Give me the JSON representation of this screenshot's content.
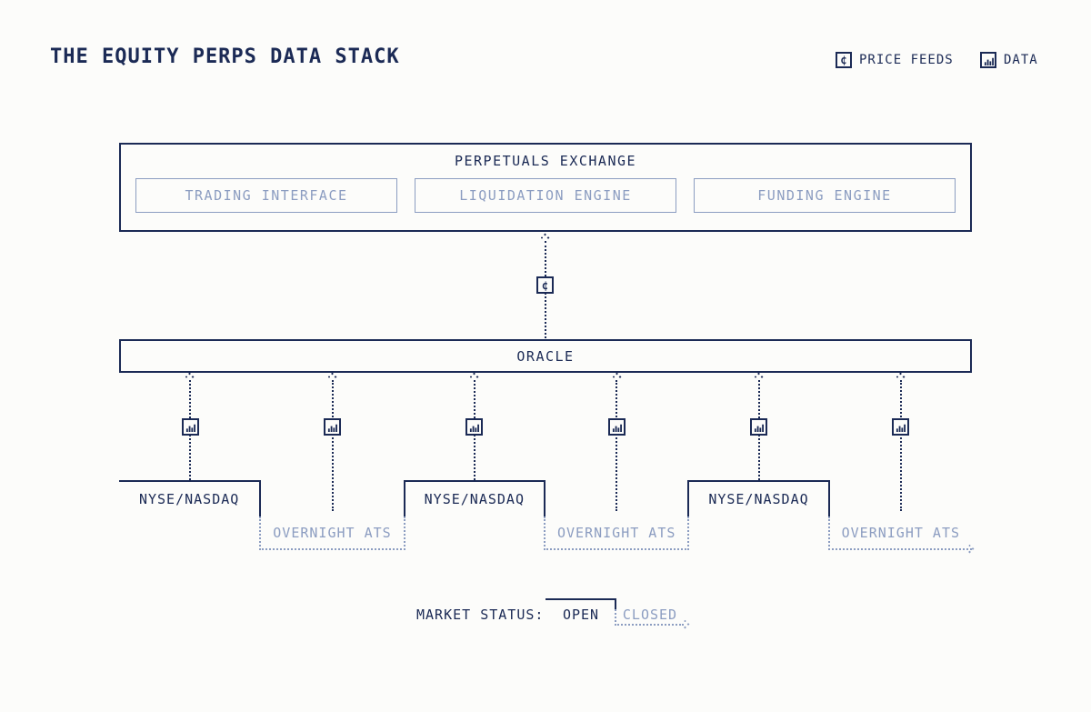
{
  "colors": {
    "navy": "#1b2a55",
    "slate": "#8c9dc1",
    "background": "#fcfcfa"
  },
  "header": {
    "title": "THE EQUITY PERPS DATA STACK",
    "legend": [
      {
        "icon": "cent-icon",
        "label": "PRICE FEEDS"
      },
      {
        "icon": "bar-chart-icon",
        "label": "DATA"
      }
    ]
  },
  "exchange": {
    "title": "PERPETUALS EXCHANGE",
    "modules": [
      {
        "label": "TRADING INTERFACE"
      },
      {
        "label": "LIQUIDATION ENGINE"
      },
      {
        "label": "FUNDING ENGINE"
      }
    ]
  },
  "oracle": {
    "label": "ORACLE"
  },
  "timeline": {
    "segments": [
      {
        "type": "open",
        "label": "NYSE/NASDAQ"
      },
      {
        "type": "overnight",
        "label": "OVERNIGHT ATS"
      },
      {
        "type": "open",
        "label": "NYSE/NASDAQ"
      },
      {
        "type": "overnight",
        "label": "OVERNIGHT ATS"
      },
      {
        "type": "open",
        "label": "NYSE/NASDAQ"
      },
      {
        "type": "overnight",
        "label": "OVERNIGHT ATS"
      }
    ]
  },
  "status": {
    "label": "MARKET STATUS:",
    "open": "OPEN",
    "closed": "CLOSED"
  }
}
